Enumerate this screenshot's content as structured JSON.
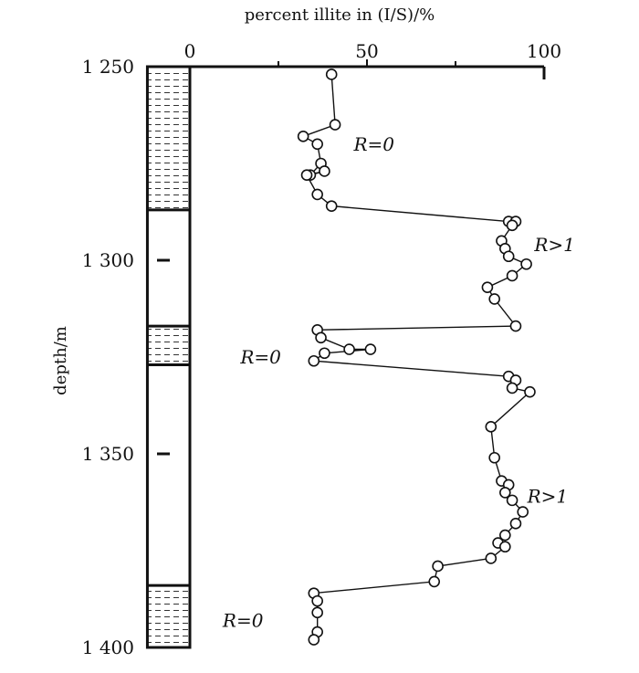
{
  "chart_data": {
    "type": "line",
    "title": "",
    "xlabel": "percent illite in (I/S)/%",
    "ylabel": "depth/m",
    "xlim": [
      0,
      100
    ],
    "ylim": [
      1250,
      1400
    ],
    "y_inverted": true,
    "x_ticks": [
      {
        "value": 0,
        "label": "0"
      },
      {
        "value": 50,
        "label": "50"
      },
      {
        "value": 100,
        "label": "100"
      }
    ],
    "y_ticks": [
      {
        "value": 1250,
        "label": "1 250"
      },
      {
        "value": 1300,
        "label": "1 300"
      },
      {
        "value": 1350,
        "label": "1 350"
      },
      {
        "value": 1400,
        "label": "1 400"
      }
    ],
    "series": [
      {
        "x": [
          40,
          41,
          32,
          36,
          37,
          34,
          38,
          33,
          36,
          40,
          90,
          92,
          91,
          88,
          89,
          90,
          95,
          91,
          84,
          86,
          92,
          36,
          37,
          45,
          51,
          38,
          35,
          90,
          92,
          91,
          96,
          85,
          86,
          88,
          90,
          89,
          91,
          94,
          92,
          89,
          87,
          89,
          85,
          70,
          69,
          35,
          36,
          36,
          36,
          35
        ],
        "y": [
          1252,
          1265,
          1268,
          1270,
          1275,
          1278,
          1277,
          1278,
          1283,
          1286,
          1290,
          1290,
          1291,
          1295,
          1297,
          1299,
          1301,
          1304,
          1307,
          1310,
          1317,
          1318,
          1320,
          1323,
          1323,
          1324,
          1326,
          1330,
          1331,
          1333,
          1334,
          1343,
          1351,
          1357,
          1358,
          1360,
          1362,
          1365,
          1368,
          1371,
          1373,
          1374,
          1377,
          1379,
          1383,
          1386,
          1388,
          1391,
          1396,
          1398
        ]
      }
    ],
    "lithology_column": {
      "x_range": [
        -12,
        0
      ],
      "intervals": [
        {
          "top": 1250,
          "bottom": 1287,
          "pattern": "dashed"
        },
        {
          "top": 1287,
          "bottom": 1317,
          "pattern": "blank"
        },
        {
          "top": 1317,
          "bottom": 1327,
          "pattern": "dashed"
        },
        {
          "top": 1327,
          "bottom": 1384,
          "pattern": "blank"
        },
        {
          "top": 1384,
          "bottom": 1400,
          "pattern": "dashed"
        }
      ]
    },
    "annotations": [
      {
        "text": "R=0",
        "x": 52,
        "y": 1270
      },
      {
        "text": "R>1",
        "x": 103,
        "y": 1296
      },
      {
        "text": "R=0",
        "x": 20,
        "y": 1325
      },
      {
        "text": "R>1",
        "x": 101,
        "y": 1361
      },
      {
        "text": "R=0",
        "x": 15,
        "y": 1393
      }
    ]
  }
}
